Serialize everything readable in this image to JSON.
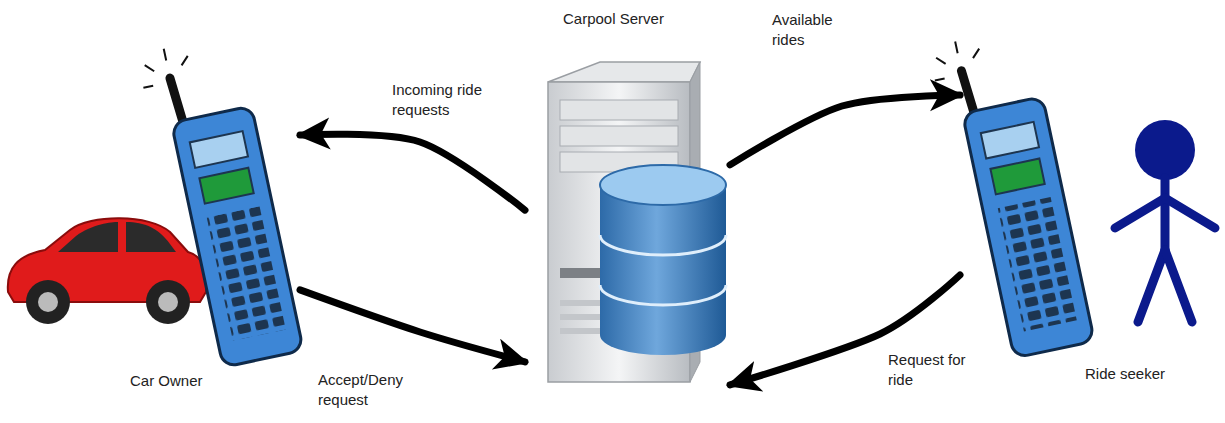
{
  "diagram": {
    "nodes": [
      {
        "text": [
          "Car Owner"
        ]
      },
      {
        "text": [
          "Carpool Server"
        ]
      },
      {
        "text": [
          "Ride seeker"
        ]
      }
    ],
    "edges": [
      {
        "from": 1,
        "to": 0,
        "arrow": "to",
        "label": "Incoming ride requests"
      },
      {
        "from": 0,
        "to": 1,
        "arrow": "to",
        "label": "Accept/Deny request"
      },
      {
        "from": 1,
        "to": 2,
        "arrow": "to",
        "label": "Available rides"
      },
      {
        "from": 2,
        "to": 1,
        "arrow": "to",
        "label": "Request for ride"
      }
    ]
  }
}
